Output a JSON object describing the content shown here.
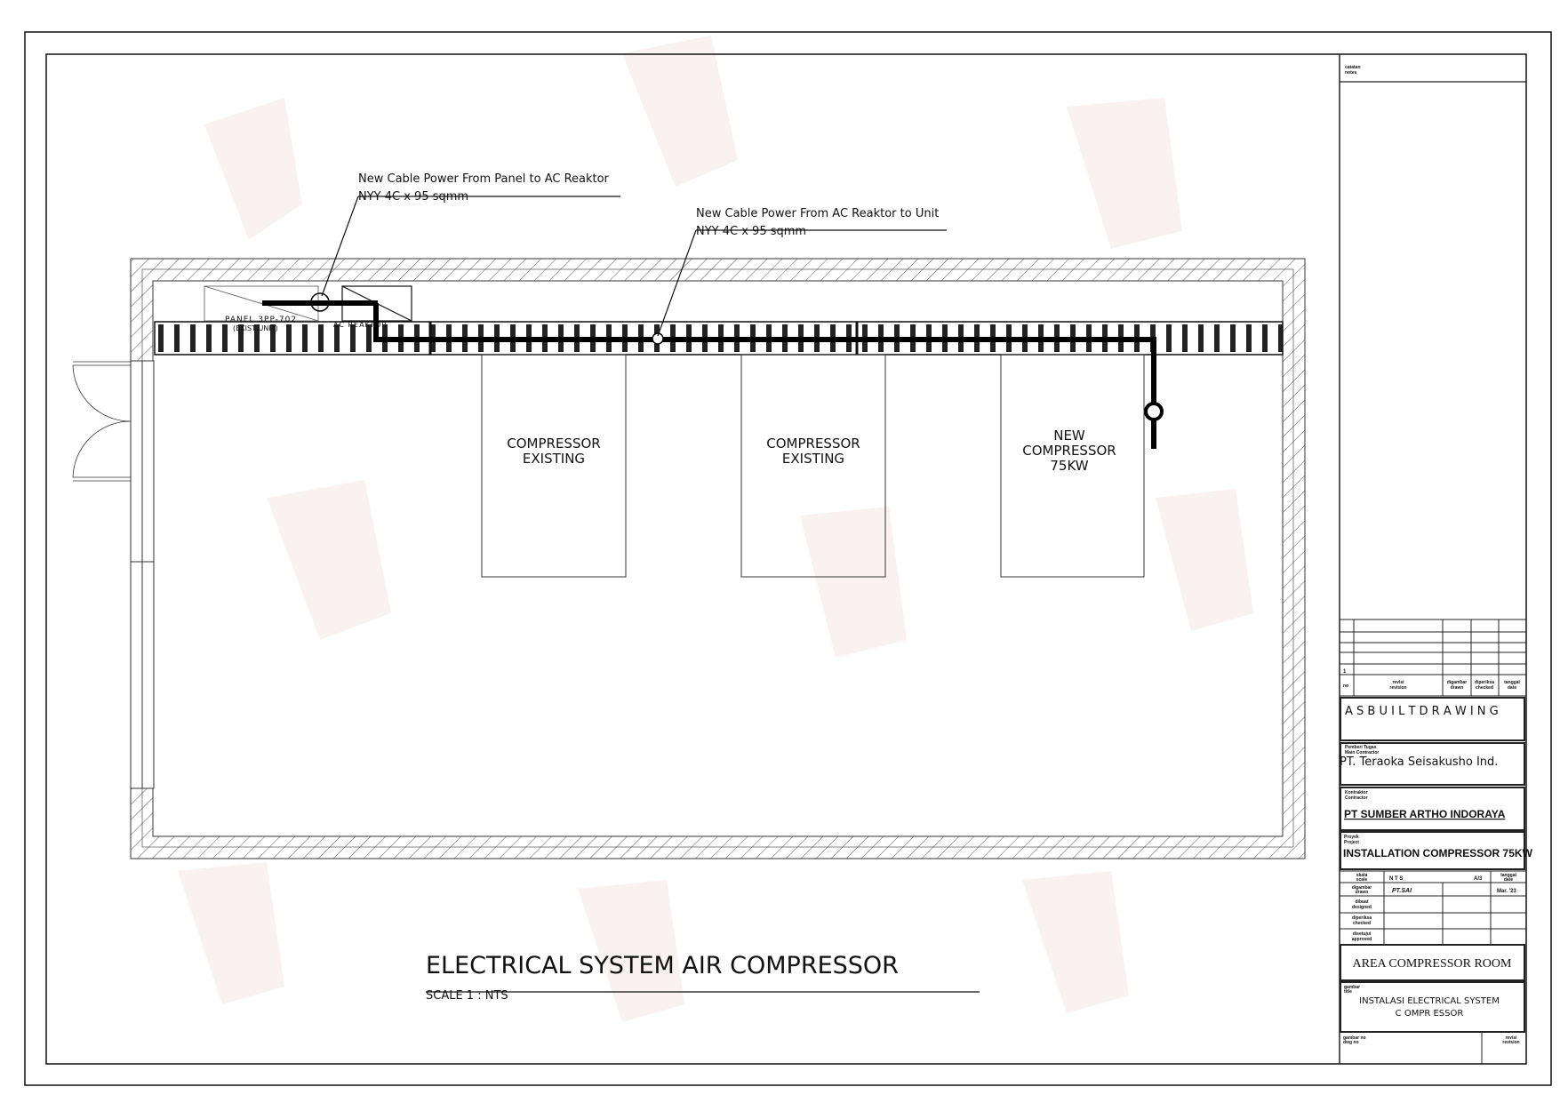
{
  "drawing": {
    "title": "ELECTRICAL SYSTEM AIR COMPRESSOR",
    "scale": "SCALE 1 : NTS",
    "callouts": [
      {
        "line1": "New Cable Power From Panel to AC Reaktor",
        "line2": "NYY 4C x 95 sqmm"
      },
      {
        "line1": "New Cable Power From AC Reaktor to Unit",
        "line2": "NYY 4C x 95 sqmm"
      }
    ],
    "panel": {
      "line1": "PANEL 3PP-702",
      "line2": "(EXIST UNIT)"
    },
    "reactor": "AC REAKTOR",
    "compressors": [
      {
        "lines": [
          "COMPRESSOR",
          "EXISTING"
        ]
      },
      {
        "lines": [
          "COMPRESSOR",
          "EXISTING"
        ]
      },
      {
        "lines": [
          "NEW",
          "COMPRESSOR",
          "75KW"
        ]
      }
    ],
    "colors": {
      "line": "#111111",
      "watermark": "#f3dede"
    }
  },
  "title_block": {
    "notes_label": "catatan",
    "notes_label_en": "notes",
    "revision_row_no": "1",
    "rev_headers": {
      "no": "no",
      "revisi": "revisi",
      "revision": "revision",
      "digambar": "digambar",
      "drawn": "drawn",
      "diperiksa": "diperiksa",
      "checked": "checked",
      "tanggal": "tanggal",
      "date": "date"
    },
    "status": "A S B U I L T D R A W I N G",
    "owner_label": "Pemberi Tugas",
    "owner_label_en": "Main Contractor",
    "owner": "PT. Teraoka Seisakusho Ind.",
    "contractor_label": "Kontraktor",
    "contractor_label_en": "Contractor",
    "contractor": "PT SUMBER ARTHO INDORAYA",
    "project_label": "Proyek",
    "project_label_en": "Project",
    "project": "INSTALLATION COMPRESSOR 75KW",
    "skala": "skala",
    "scale_en": "scale",
    "scale_value": "N T S",
    "paper": "A/3",
    "tanggal": "tanggal",
    "date_en": "date",
    "digambar": "digambar",
    "drawn_en": "drawn",
    "drawn_by": "PT.SAI",
    "date_value": "Mar. '23",
    "dibuat": "dibuat",
    "designed_en": "designed",
    "diperiksa": "diperiksa",
    "checked_en": "checked",
    "disetujui": "disetujui",
    "approved_en": "approved",
    "area": "AREA  COMPRESSOR  ROOM",
    "gambar_label": "gambar",
    "gambar_label_en": "title",
    "gambar_line1": "INSTALASI ELECTRICAL SYSTEM",
    "gambar_line2": "C OMPR ESSOR",
    "dwg_no_label": "gambar no",
    "dwg_no_label_en": "dwg no",
    "revisi_label": "revisi",
    "revision_label_en": "revision"
  }
}
